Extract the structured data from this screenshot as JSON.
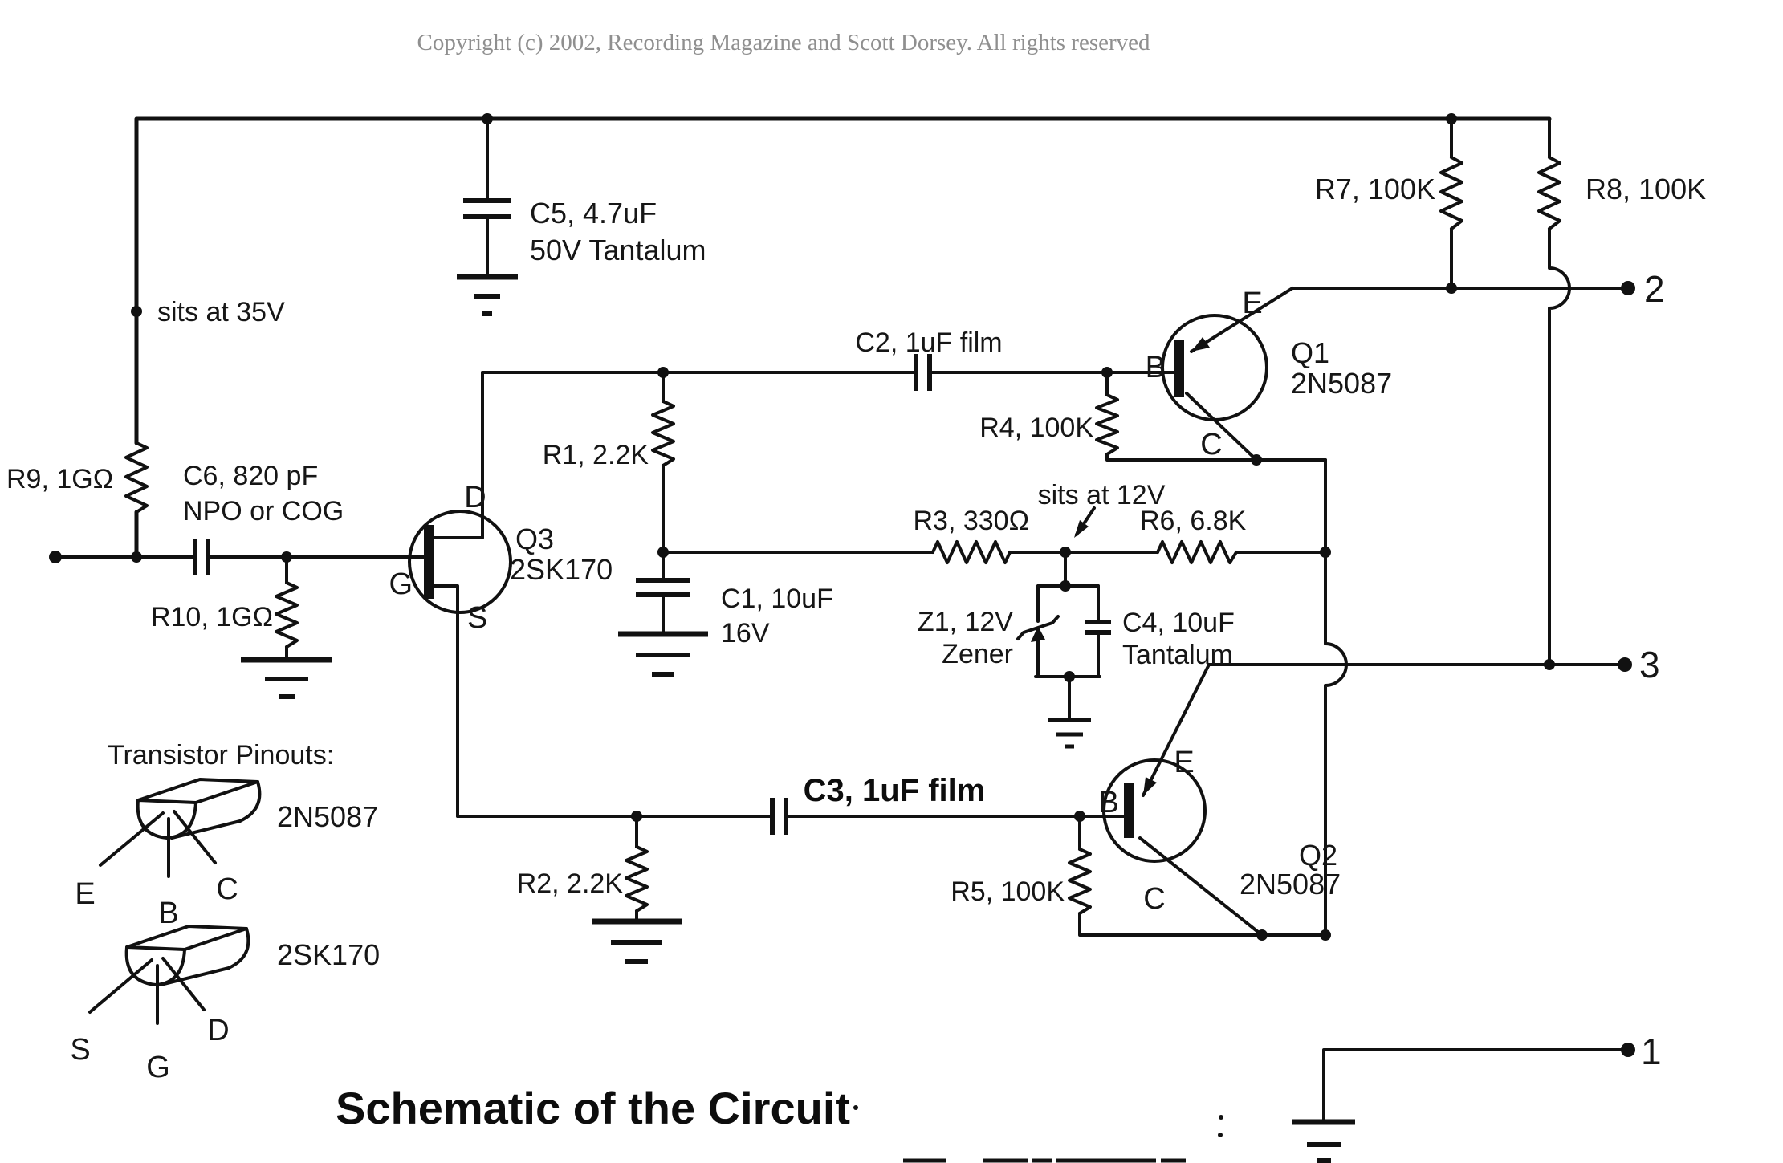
{
  "page": {
    "copyright": "Copyright (c) 2002, Recording Magazine and Scott Dorsey. All rights reserved",
    "title": "Schematic of the Circuit"
  },
  "notes": {
    "fet_bias": "sits at 35V",
    "zener_bias": "sits at 12V"
  },
  "terminals": {
    "t1": "1",
    "t2": "2",
    "t3": "3"
  },
  "pin_labels": {
    "e": "E",
    "b": "B",
    "c": "C",
    "g": "G",
    "d": "D",
    "s": "S"
  },
  "components": {
    "r1": "R1, 2.2K",
    "r2": "R2, 2.2K",
    "r3": "R3, 330Ω",
    "r4": "R4, 100K",
    "r5": "R5, 100K",
    "r6": "R6, 6.8K",
    "r7": "R7, 100K",
    "r8": "R8, 100K",
    "r9": "R9, 1GΩ",
    "r10": "R10, 1GΩ",
    "c1_line1": "C1, 10uF",
    "c1_line2": "16V",
    "c2": "C2, 1uF film",
    "c3": "C3, 1uF film",
    "c4_line1": "C4, 10uF",
    "c4_line2": "Tantalum",
    "c5_line1": "C5, 4.7uF",
    "c5_line2": "50V Tantalum",
    "c6_line1": "C6, 820 pF",
    "c6_line2": "NPO or COG",
    "z1_line1": "Z1, 12V",
    "z1_line2": "Zener",
    "q1_name": "Q1",
    "q1_part": "2N5087",
    "q2_name": "Q2",
    "q2_part": "2N5087",
    "q3_name": "Q3",
    "q3_part": "2SK170"
  },
  "pinouts": {
    "heading": "Transistor Pinouts:",
    "bjt_part": "2N5087",
    "fet_part": "2SK170"
  }
}
